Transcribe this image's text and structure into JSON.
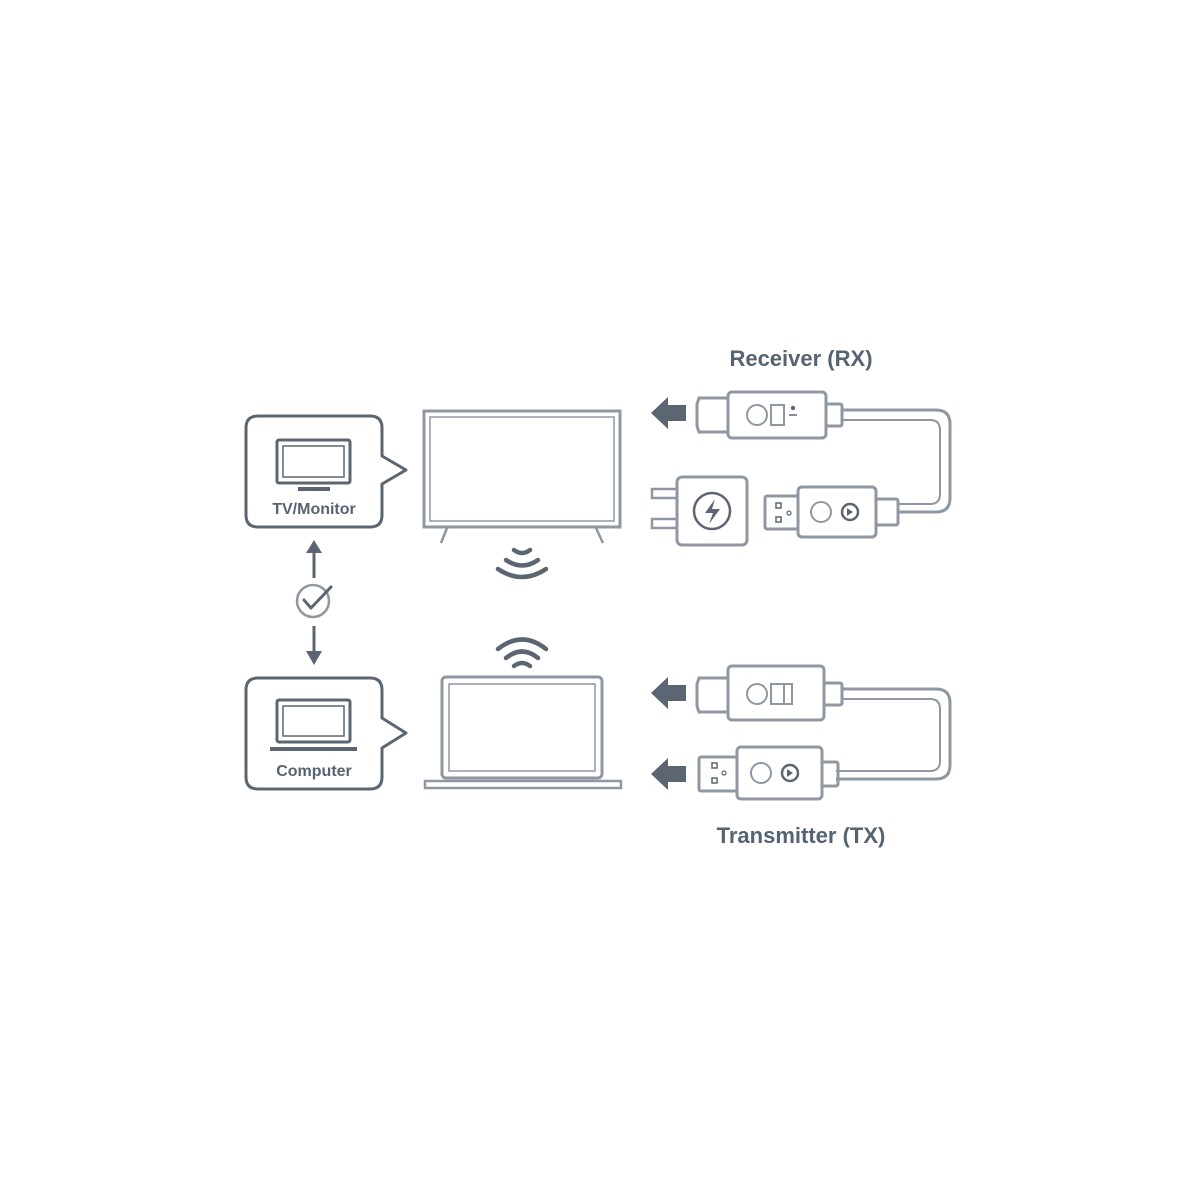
{
  "labels": {
    "tv_monitor": "TV/Monitor",
    "computer": "Computer",
    "receiver": "Receiver (RX)",
    "transmitter": "Transmitter (TX)"
  },
  "colors": {
    "stroke": "#5c6673",
    "stroke_light": "#8f98a2",
    "arrow_fill": "#5c6673",
    "text": "#566371",
    "background": "#ffffff"
  },
  "icons": {
    "tv_icon": "monitor-icon",
    "computer_icon": "laptop-icon",
    "check_icon": "check-circle-icon",
    "wifi_icon": "wireless-signal-icon",
    "charger_icon": "power-adapter-icon"
  }
}
